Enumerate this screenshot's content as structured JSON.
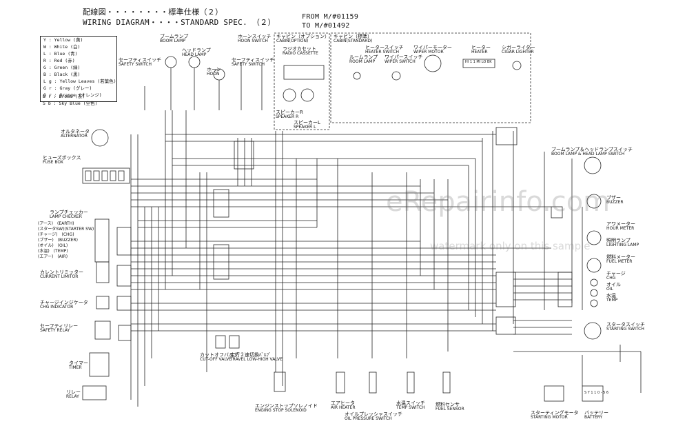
{
  "title": {
    "line1_jp": "配線図・・・・・・・・標準仕様（２）",
    "line2_en": "WIRING DIAGRAM・・・・STANDARD SPEC. （２）",
    "from": "FROM M/#01159",
    "to": "TO M/#01492"
  },
  "legend": [
    "Y : Yellow (黄)",
    "W : White (白)",
    "L : Blue (青)",
    "R : Red (赤)",
    "G : Green (緑)",
    "B : Black (黒)",
    "L g : Yellow Leaves (若葉色)",
    "G r : Gray (グレー)",
    "O r : Orange (オレンジ)",
    "B r : Brown (茶)",
    "S b : Sky Blue (空色)"
  ],
  "components": {
    "boom_lamp": {
      "jp": "ブームランプ",
      "en": "BOOM LAMP"
    },
    "head_lamp": {
      "jp": "ヘッドランプ",
      "en": "HEAD LAMP"
    },
    "safety_switch_1": {
      "jp": "セーフティスイッチ",
      "en": "SAFETY SWITCH"
    },
    "safety_switch_2": {
      "jp": "セーフティスイッチ",
      "en": "SAFETY SWITCH"
    },
    "horn": {
      "jp": "ホーン",
      "en": "HOON"
    },
    "horn_switch": {
      "jp": "ホーンスイッチ",
      "en": "HOON SWITCH"
    },
    "cabin_option": {
      "jp": "キャビン（オプション）",
      "en": "CABIN(OPTION)"
    },
    "radio_cassette": {
      "jp": "ラジオカセット",
      "en": "RADIO CASSETTE"
    },
    "speaker_r": {
      "jp": "スピーカーR",
      "en": "SPEAKER R"
    },
    "speaker_l": {
      "jp": "スピーカーL",
      "en": "SPEAKER L"
    },
    "cabin_standard": {
      "jp": "キャビン（標準）",
      "en": "CABIN(STANDARD)"
    },
    "heater_switch": {
      "jp": "ヒータースイッチ",
      "en": "HEATER SWITCH"
    },
    "room_lamp": {
      "jp": "ルームランプ",
      "en": "ROOM LAMP"
    },
    "wiper_switch": {
      "jp": "ワイパースイッチ",
      "en": "WIPER SWITCH"
    },
    "wiper_motor": {
      "jp": "ワイパーモーター",
      "en": "WIPER MOTOR"
    },
    "heater": {
      "jp": "ヒーター",
      "en": "HEATER"
    },
    "cigar_lighter": {
      "jp": "シガーライター",
      "en": "CIGAR LIGHTER"
    },
    "alternator": {
      "jp": "オルタネータ",
      "en": "ALTERNATOR"
    },
    "fuse_box": {
      "jp": "ヒューズボックス",
      "en": "FUSE BOX"
    },
    "lamp_checker": {
      "jp": "ランプチェッカー",
      "en": "LAMP CHECKER"
    },
    "current_limiter": {
      "jp": "カレントリミッター",
      "en": "CURRENT LIMITOR"
    },
    "chg_indicator": {
      "jp": "チャージインジケータ",
      "en": "CHG INDICATOR"
    },
    "safety_relay": {
      "jp": "セーフティリレー",
      "en": "SAFETY RELAY"
    },
    "timer": {
      "jp": "タイマー",
      "en": "TIMER"
    },
    "relay": {
      "jp": "リレー",
      "en": "RELAY"
    },
    "cutoff_valve": {
      "jp": "カットオフバルブ",
      "en": "CUT-OFF VALVE"
    },
    "travel_valve": {
      "jp": "走行２速切換ﾊﾞﾙﾌﾞ",
      "en": "TRAVEL LOW-HIGH VALVE"
    },
    "engine_stop": {
      "jp": "エンジンストップソレノイド",
      "en": "ENGING STOP SOLENOID"
    },
    "air_heater": {
      "jp": "エアヒータ",
      "en": "AIR HEATER"
    },
    "oil_pressure": {
      "jp": "オイルプレッシャスイッチ",
      "en": "OIL PRESSURE SWITCH"
    },
    "temp_switch": {
      "jp": "水温スイッチ",
      "en": "TEMP SWITCH"
    },
    "fuel_sensor": {
      "jp": "燃料センサ",
      "en": "FUEL SENSOR"
    },
    "starting_motor": {
      "jp": "スターティングモータ",
      "en": "STARTING MOTOR"
    },
    "battery": {
      "jp": "バッテリー",
      "en": "BATTERY"
    },
    "boom_head_switch": {
      "jp": "ブームランプ＆ヘッドランプスイッチ",
      "en": "BOOM LAMP & HEAD LAMP SWITCH"
    },
    "buzzer": {
      "jp": "ブザー",
      "en": "BUZZER"
    },
    "hour_meter": {
      "jp": "アワメーター",
      "en": "HOUR METER"
    },
    "lighting_lamp": {
      "jp": "照明ランプ",
      "en": "LIGHTING LAMP"
    },
    "fuel_meter": {
      "jp": "燃料メーター",
      "en": "FUEL METER"
    },
    "starting_switch": {
      "jp": "スタータスイッチ",
      "en": "STARTING SWITCH"
    }
  },
  "indicator_labels": {
    "chg": "チャージ",
    "chg_en": "CHG",
    "oil": "オイル",
    "oil_en": "OIL",
    "temp": "水温",
    "temp_en": "TEMP"
  },
  "lamp_checker_rows": [
    "(アース)　(EARTH)",
    "(スタータSW)(STARTER SW)",
    "(チャージ)　(CHG)",
    "(ブザー)　(BUZZER)",
    "(オイル)　(OIL)",
    "(水温)　(TEMP)",
    "(エアー)　(AIR)"
  ],
  "heater_parts": "HI 1 1 MI LO BK",
  "battery_spec": "S Y 1 1 0 - 5 6",
  "watermark": {
    "main": "eRepairinfo.com",
    "sub": "watermark only on this sample"
  }
}
